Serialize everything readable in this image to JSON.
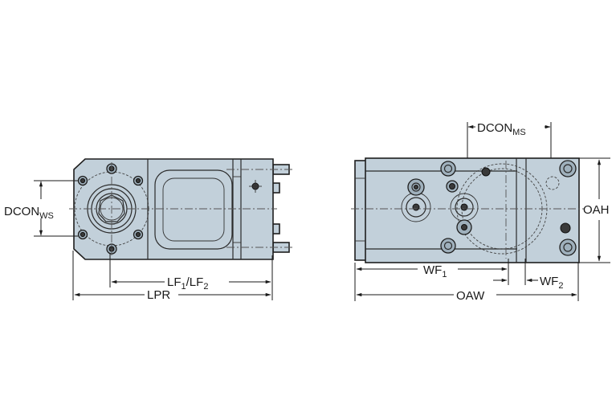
{
  "drawing": {
    "title": "Tool holder dimension drawing",
    "colors": {
      "body": "#c2d0da",
      "outline": "#1e1e1e",
      "dimension": "#1a1a1a",
      "background": "#ffffff"
    },
    "side_view": {
      "dimensions": {
        "dcon_ws": {
          "main": "DCON",
          "sub": "WS"
        },
        "lf": {
          "part1": "LF",
          "sub1": "1",
          "sep": "/LF",
          "sub2": "2"
        },
        "lpr": {
          "main": "LPR"
        }
      }
    },
    "front_view": {
      "dimensions": {
        "dcon_ms": {
          "main": "DCON",
          "sub": "MS"
        },
        "oah": {
          "main": "OAH"
        },
        "wf1": {
          "main": "WF",
          "sub": "1"
        },
        "wf2": {
          "main": "WF",
          "sub": "2"
        },
        "oaw": {
          "main": "OAW"
        }
      }
    }
  }
}
